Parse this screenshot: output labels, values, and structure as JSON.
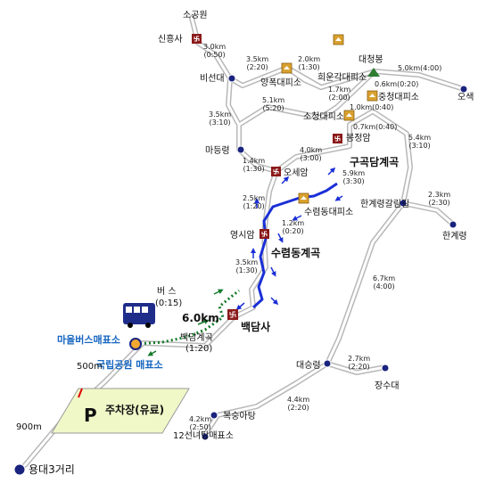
{
  "map": {
    "colors": {
      "route": "#b8b8b8",
      "route_fill": "#ffffff",
      "blue_trail": "#1a2fd6",
      "green_trail": "#147a2b",
      "temple": "#8b1a1a",
      "shelter": "#d9a12e",
      "peak": "#2e7d32",
      "parking": "#f1f8c8",
      "node": "#1a237e"
    },
    "places": {
      "sogongwon": "소공원",
      "sinheungsa": "신흥사",
      "biseondae": "비선대",
      "yangpok": "양폭대피소",
      "huiun": "희운각대피소",
      "daecheongbong": "대청봉",
      "jungcheong": "중청대피소",
      "socheong": "소청대피소",
      "bongjeongam": "봉정암",
      "osaek": "오색",
      "madeungryeong": "마등령",
      "osaeam": "오세암",
      "gugokdam": "구곡담계곡",
      "suryeomdong_shelter": "수렴동대피소",
      "yeongsiam": "영시암",
      "suryeomdong_valley": "수렴동계곡",
      "hangyeryeong_junction": "한계령갈림길",
      "hangyeryeong": "한계령",
      "baekdamsa": "백담사",
      "baekdam_valley": "백담계곡",
      "bus": "버 스",
      "maeul_bus": "마을버스매표소",
      "national_park": "국립공원 매표소",
      "parking": "주차장(유료)",
      "parking_p": "P",
      "daeseungryeong": "대승령",
      "jangsudae": "장수대",
      "boksonga": "복숭아탕",
      "sibiseonnyeo": "12선녀탕매표소",
      "yongdae": "용대3거리"
    },
    "distances": {
      "sogongwon_sinheungsa": "3.0km\n(0:50)",
      "biseondae_yangpok": "3.5km\n(2:20)",
      "yangpok_huiun": "2.0km\n(1:30)",
      "huiun_socheong": "1.7km\n(2:00)",
      "daecheong_jungcheong": "0.6km(0:20)",
      "jungcheong_socheong": "1.0km(0:40)",
      "socheong_bongjeong": "0.7km(0:40)",
      "daecheong_osaek": "5.0km(4:00)",
      "biseondae_madeung": "3.5km\n(3:10)",
      "madeung_osae_top": "5.1km\n(5:20)",
      "madeung_osae": "1.4km\n(1:30)",
      "osae_bongjeong": "4.0km\n(3:00)",
      "gugokdam": "5.9km\n(3:30)",
      "jungcheong_hangyeryeong": "5.4km\n(3:10)",
      "yeongsi_osae": "2.5km\n(1:20)",
      "yeongsi_suryeom": "1.2km\n(0:20)",
      "hangyeryeong_side": "2.3km\n(2:30)",
      "baekdam_yeongsi": "3.5km\n(1:30)",
      "bus_time": "(0:15)",
      "green_6km": "6.0km",
      "baekdam_valley_time": "(1:20)",
      "junction_daeseung": "6.7km\n(4:00)",
      "daeseung_jangsu": "2.7km\n(2:20)",
      "daeseung_boksonga": "4.4km\n(2:20)",
      "boksonga_sibi": "4.2km\n(2:50)",
      "500m": "500m",
      "900m": "900m"
    }
  }
}
